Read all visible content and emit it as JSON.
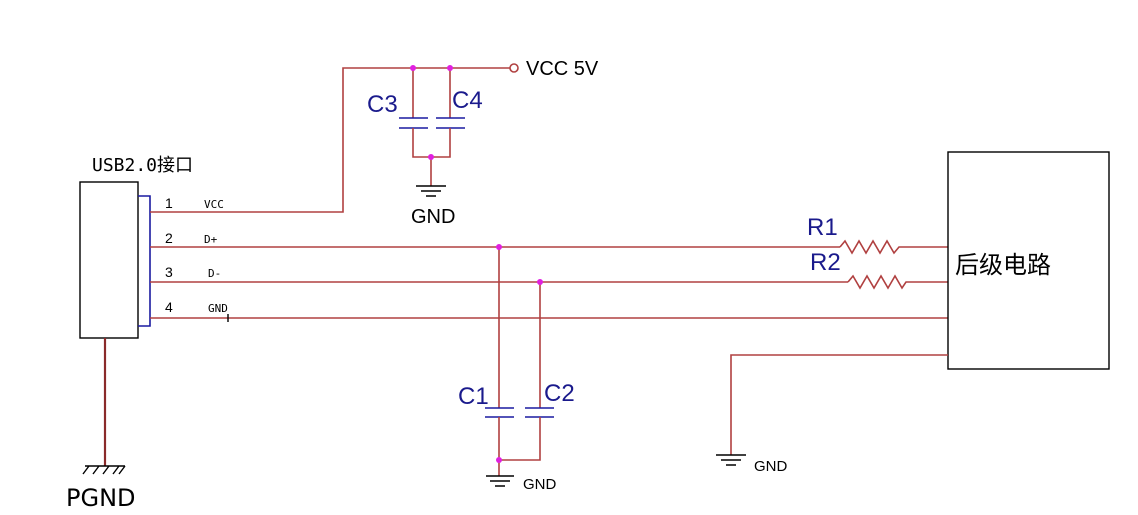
{
  "connector": {
    "title": "USB2.0接口",
    "pins": [
      {
        "num": "1",
        "name": "VCC"
      },
      {
        "num": "2",
        "name": "D+"
      },
      {
        "num": "3",
        "name": "D-"
      },
      {
        "num": "4",
        "name": "GND"
      }
    ]
  },
  "power": {
    "vcc_label": "VCC 5V"
  },
  "capacitors": {
    "c1": "C1",
    "c2": "C2",
    "c3": "C3",
    "c4": "C4"
  },
  "resistors": {
    "r1": "R1",
    "r2": "R2"
  },
  "grounds": {
    "gnd_top": "GND",
    "gnd_bottom": "GND",
    "gnd_right": "GND",
    "pgnd": "PGND"
  },
  "block": {
    "label": "后级电路"
  }
}
